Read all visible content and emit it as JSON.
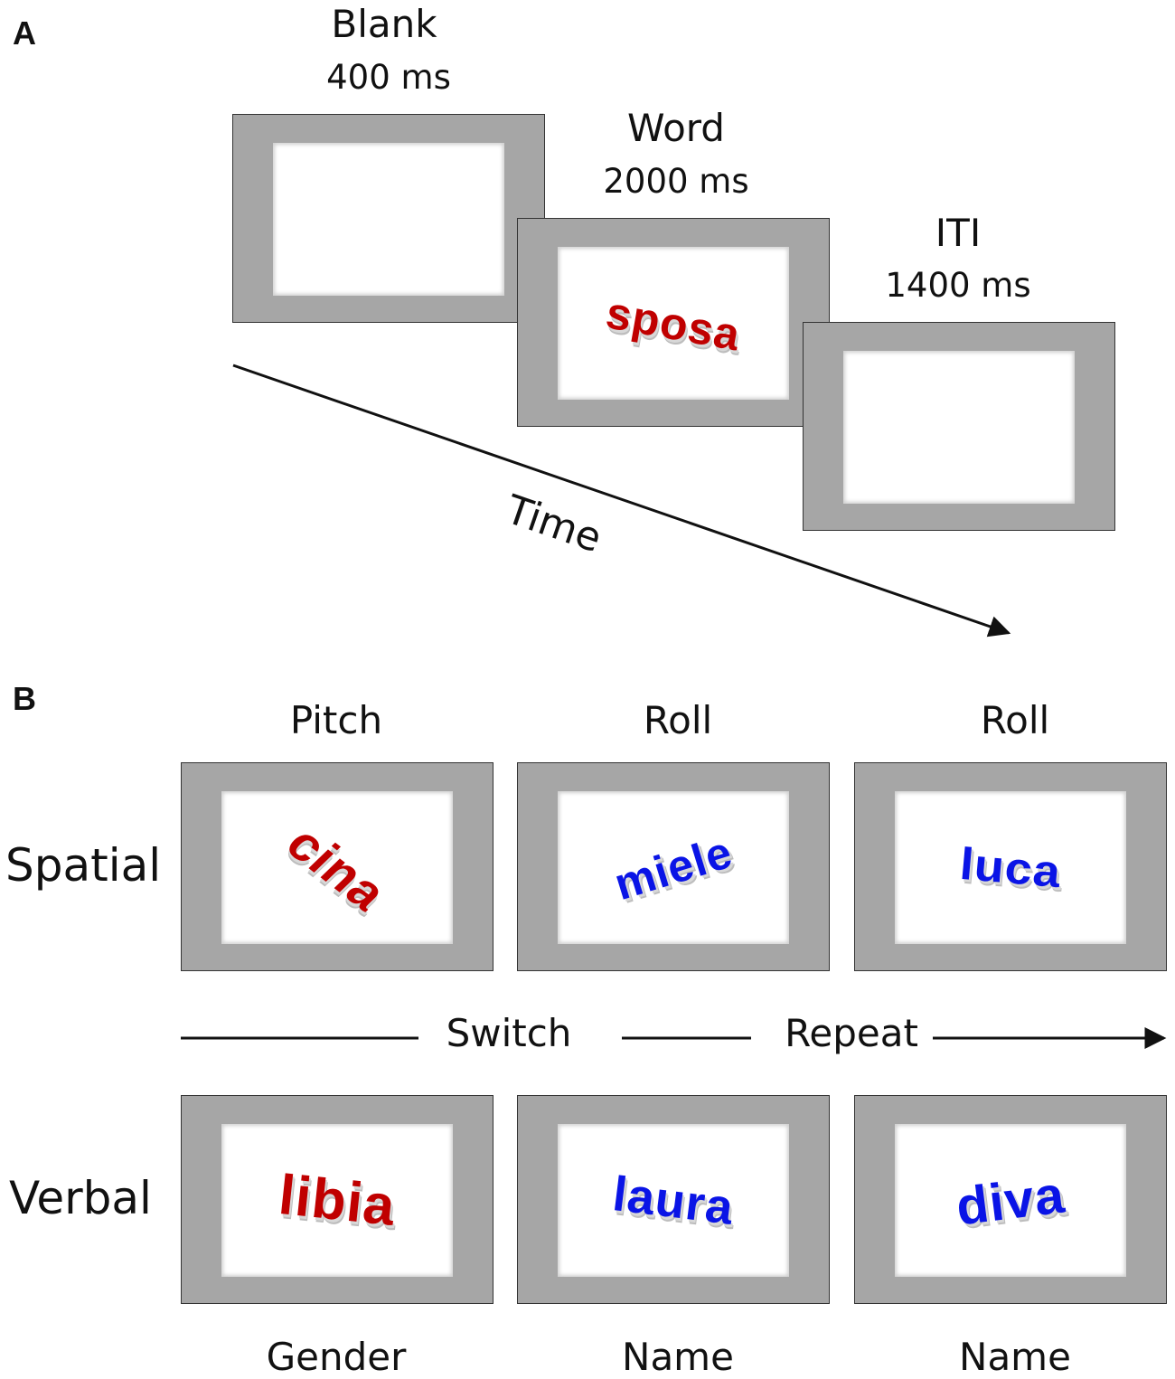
{
  "panel_a": {
    "letter": "A",
    "blank": {
      "title": "Blank",
      "duration": "400 ms"
    },
    "word": {
      "title": "Word",
      "duration": "2000 ms",
      "stimulus": "sposa"
    },
    "iti": {
      "title": "ITI",
      "duration": "1400 ms"
    },
    "time_label": "Time"
  },
  "panel_b": {
    "letter": "B",
    "columns": [
      "Pitch",
      "Roll",
      "Roll"
    ],
    "rows": {
      "spatial": "Spatial",
      "verbal": "Verbal"
    },
    "spatial_words": [
      "cina",
      "miele",
      "luca"
    ],
    "verbal_words": [
      "libia",
      "laura",
      "diva"
    ],
    "sequence": {
      "switch": "Switch",
      "repeat": "Repeat"
    },
    "bottom_labels": [
      "Gender",
      "Name",
      "Name"
    ]
  },
  "colors": {
    "frame": "#a6a6a6",
    "red_word": "#c00000",
    "blue_word": "#0a14e6"
  }
}
